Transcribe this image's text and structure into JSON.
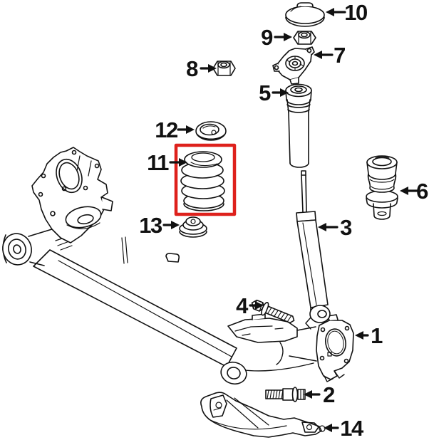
{
  "diagram": {
    "kind": "parts-diagram",
    "background_color": "#ffffff",
    "line_color": "#111111",
    "highlight_color": "#de211c",
    "highlighted_callout": "11"
  },
  "callouts": [
    {
      "number": "1"
    },
    {
      "number": "2"
    },
    {
      "number": "3"
    },
    {
      "number": "4"
    },
    {
      "number": "5"
    },
    {
      "number": "6"
    },
    {
      "number": "7"
    },
    {
      "number": "8"
    },
    {
      "number": "9"
    },
    {
      "number": "10"
    },
    {
      "number": "11"
    },
    {
      "number": "12"
    },
    {
      "number": "13"
    },
    {
      "number": "14"
    }
  ]
}
